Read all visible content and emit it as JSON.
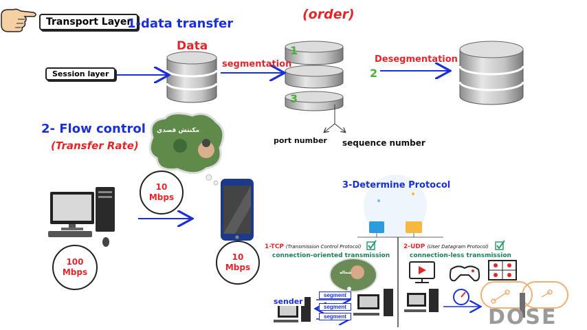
{
  "transport_layer": {
    "label": "Transport Layer",
    "title": "1-data transfer"
  },
  "order_label": "(order)",
  "data_label": "Data",
  "session_label": "Session layer",
  "segmentation_label": "segmentation",
  "desegmentation_label": "Desegmentation",
  "segment_numbers": [
    "1",
    "2",
    "3"
  ],
  "port_number_label": "port number",
  "sequence_number_label": "sequence number",
  "flow_control": {
    "title": "2- Flow control",
    "subtitle": "(Transfer Rate)"
  },
  "speech_bubble_text": "مكنتش قصدي",
  "rates": {
    "desktop_value": "100",
    "desktop_unit": "Mbps",
    "wire_value": "10",
    "wire_unit": "Mbps",
    "phone_value": "10",
    "phone_unit": "Mbps"
  },
  "protocol": {
    "title": "3-Determine Protocol",
    "tcp_title": "1-TCP",
    "tcp_full": "(Transmission Control Protocol)",
    "tcp_desc": "connection-oriented transmission",
    "udp_title": "2-UDP",
    "udp_full": "(User Datagram Protocol)",
    "udp_desc": "connection-less transmission",
    "sender_label": "sender",
    "segment_labels": [
      "segment",
      "segment",
      "segment"
    ],
    "small_bubble_text": "شغاله"
  },
  "logo": {
    "text": "DOSE"
  },
  "colors": {
    "blue": "#1a2fd6",
    "red": "#e3262a",
    "green": "#4caf3a",
    "teal": "#1b7f5a"
  },
  "icons": [
    "pointing-hand-icon",
    "database-icon",
    "desktop-computer-icon",
    "smartphone-icon",
    "folder-icon",
    "checkbox-icon",
    "monitor-play-icon",
    "gamepad-icon",
    "video-conference-icon",
    "speedometer-icon"
  ]
}
